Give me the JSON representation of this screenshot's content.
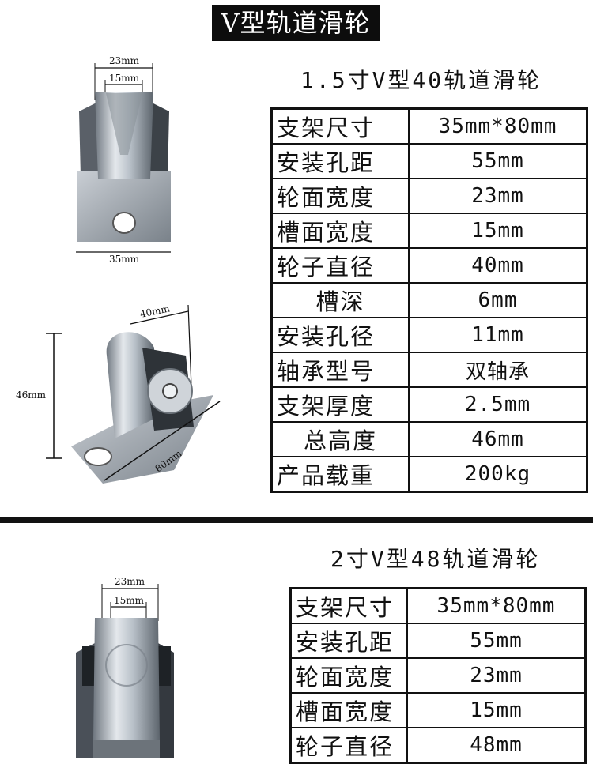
{
  "banner": {
    "title": "V型轨道滑轮"
  },
  "product1": {
    "title": "1.5寸V型40轨道滑轮",
    "dims": {
      "top_outer": "23mm",
      "top_inner": "15mm",
      "bottom": "35mm",
      "height": "46mm",
      "diag_top": "40mm",
      "diag_bottom": "80mm"
    },
    "specs": [
      {
        "label": "支架尺寸",
        "value": "35mm*80mm"
      },
      {
        "label": "安装孔距",
        "value": "55mm"
      },
      {
        "label": "轮面宽度",
        "value": "23mm"
      },
      {
        "label": "槽面宽度",
        "value": "15mm"
      },
      {
        "label": "轮子直径",
        "value": "40mm"
      },
      {
        "label": "槽深",
        "value": "6mm"
      },
      {
        "label": "安装孔径",
        "value": "11mm"
      },
      {
        "label": "轴承型号",
        "value": "双轴承"
      },
      {
        "label": "支架厚度",
        "value": "2.5mm"
      },
      {
        "label": "总高度",
        "value": "46mm"
      },
      {
        "label": "产品载重",
        "value": "200kg"
      }
    ]
  },
  "product2": {
    "title": "2寸V型48轨道滑轮",
    "dims": {
      "top_outer": "23mm",
      "top_inner": "15mm"
    },
    "specs": [
      {
        "label": "支架尺寸",
        "value": "35mm*80mm"
      },
      {
        "label": "安装孔距",
        "value": "55mm"
      },
      {
        "label": "轮面宽度",
        "value": "23mm"
      },
      {
        "label": "槽面宽度",
        "value": "15mm"
      },
      {
        "label": "轮子直径",
        "value": "48mm"
      }
    ]
  }
}
